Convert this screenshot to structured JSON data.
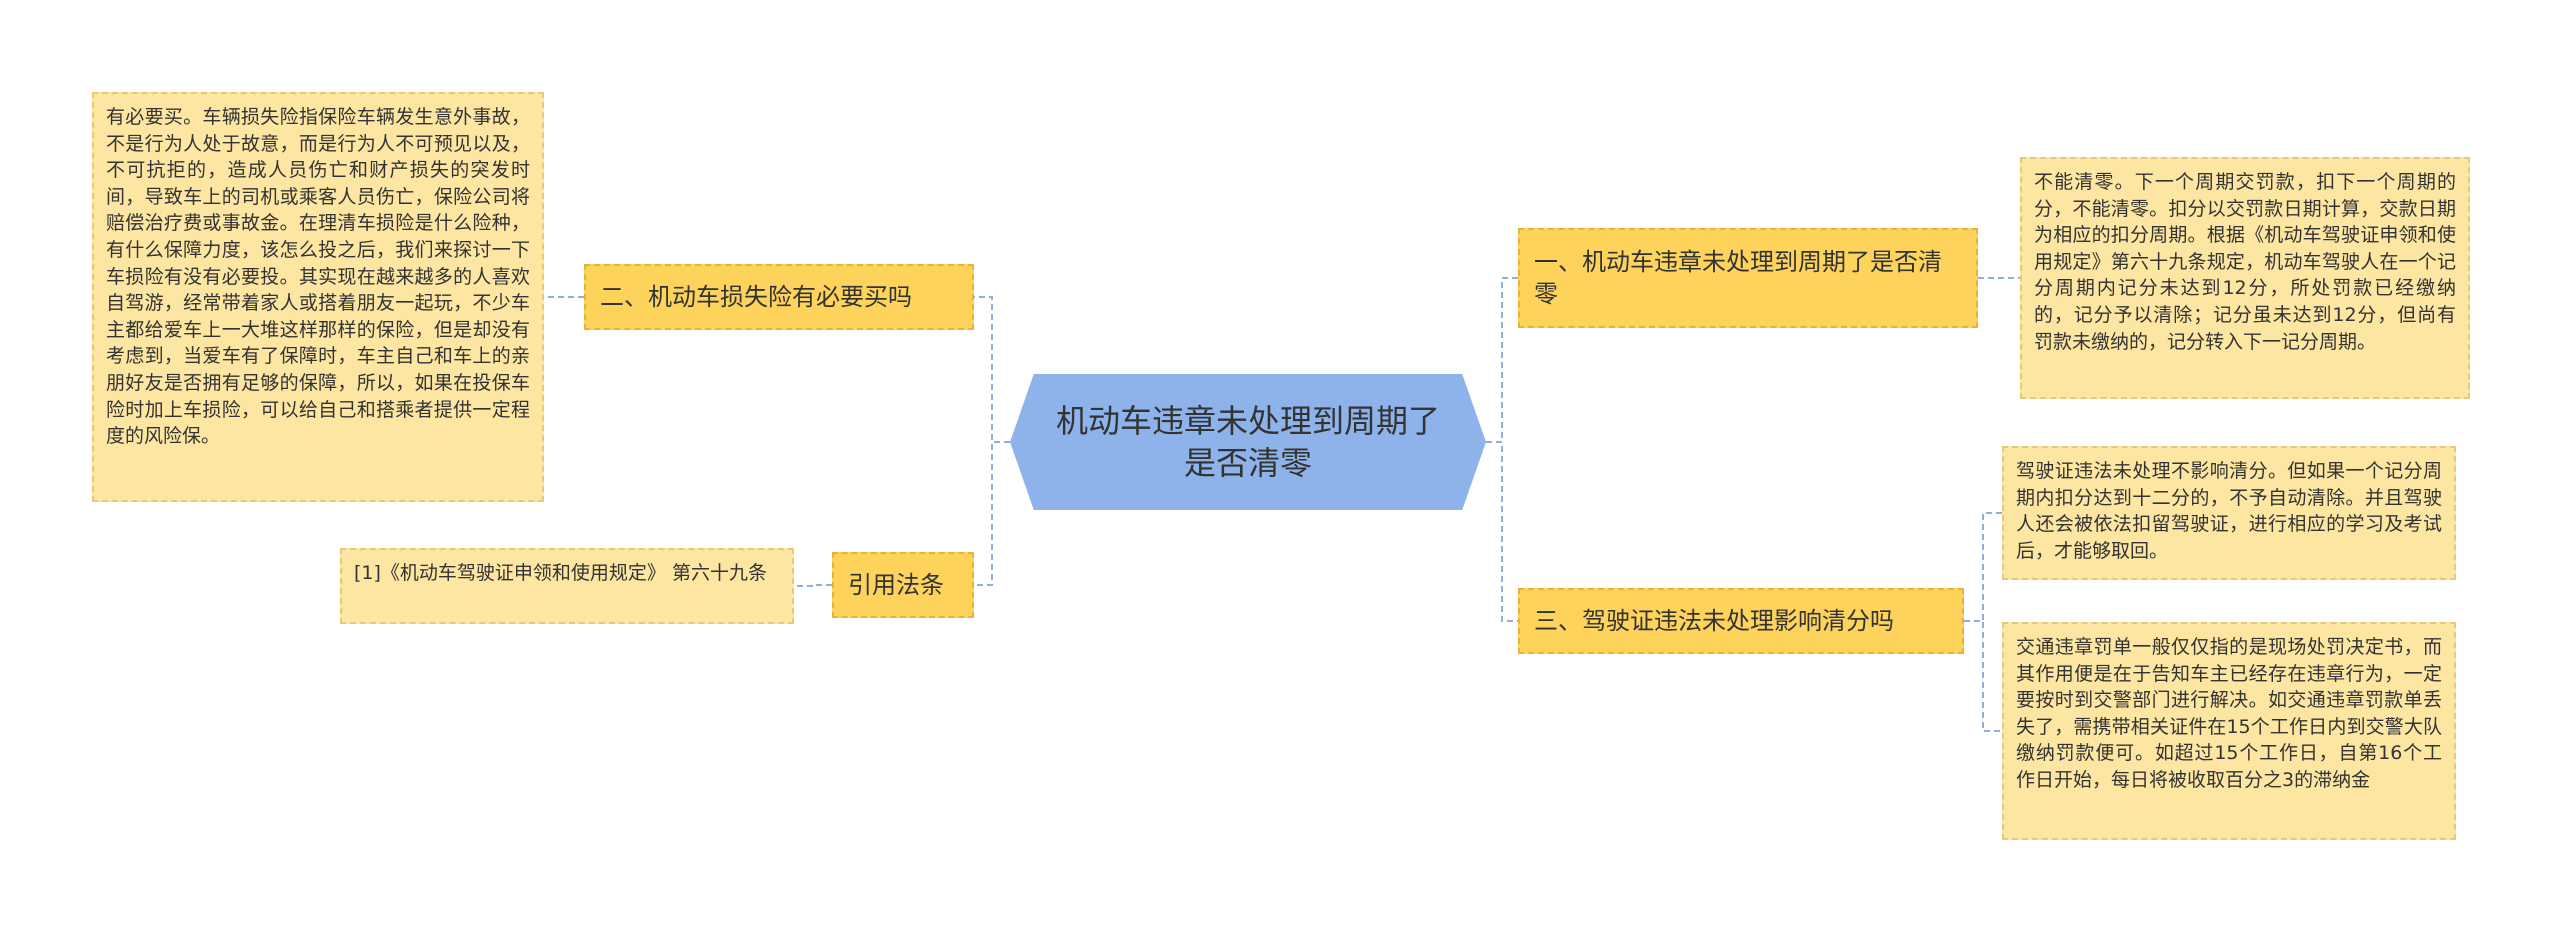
{
  "colors": {
    "center_fill": "#8eb2ea",
    "topic_fill": "#fdd35c",
    "leaf_fill": "#fde5a2",
    "connector": "#8eaee0"
  },
  "center": {
    "text": "机动车违章未处理到周期了是否清零"
  },
  "right": [
    {
      "text": "一、机动车违章未处理到周期了是否清零",
      "leaves": [
        "不能清零。下一个周期交罚款，扣下一个周期的分，不能清零。扣分以交罚款日期计算，交款日期为相应的扣分周期。根据《机动车驾驶证申领和使用规定》第六十九条规定，机动车驾驶人在一个记分周期内记分未达到12分，所处罚款已经缴纳的，记分予以清除；记分虽未达到12分，但尚有罚款未缴纳的，记分转入下一记分周期。"
      ]
    },
    {
      "text": "三、驾驶证违法未处理影响清分吗",
      "leaves": [
        "驾驶证违法未处理不影响清分。但如果一个记分周期内扣分达到十二分的，不予自动清除。并且驾驶人还会被依法扣留驾驶证，进行相应的学习及考试后，才能够取回。",
        "交通违章罚单一般仅仅指的是现场处罚决定书，而其作用便是在于告知车主已经存在违章行为，一定要按时到交警部门进行解决。如交通违章罚款单丢失了，需携带相关证件在15个工作日内到交警大队缴纳罚款便可。如超过15个工作日，自第16个工作日开始，每日将被收取百分之3的滞纳金"
      ]
    }
  ],
  "left": [
    {
      "text": "二、机动车损失险有必要买吗",
      "leaves": [
        "有必要买。车辆损失险指保险车辆发生意外事故，不是行为人处于故意，而是行为人不可预见以及，不可抗拒的，造成人员伤亡和财产损失的突发时间，导致车上的司机或乘客人员伤亡，保险公司将赔偿治疗费或事故金。在理清车损险是什么险种，有什么保障力度，该怎么投之后，我们来探讨一下车损险有没有必要投。其实现在越来越多的人喜欢自驾游，经常带着家人或搭着朋友一起玩，不少车主都给爱车上一大堆这样那样的保险，但是却没有考虑到，当爱车有了保障时，车主自己和车上的亲朋好友是否拥有足够的保障，所以，如果在投保车险时加上车损险，可以给自己和搭乘者提供一定程度的风险保。"
      ]
    },
    {
      "text": "引用法条",
      "leaves": [
        "[1]《机动车驾驶证申领和使用规定》 第六十九条"
      ]
    }
  ]
}
